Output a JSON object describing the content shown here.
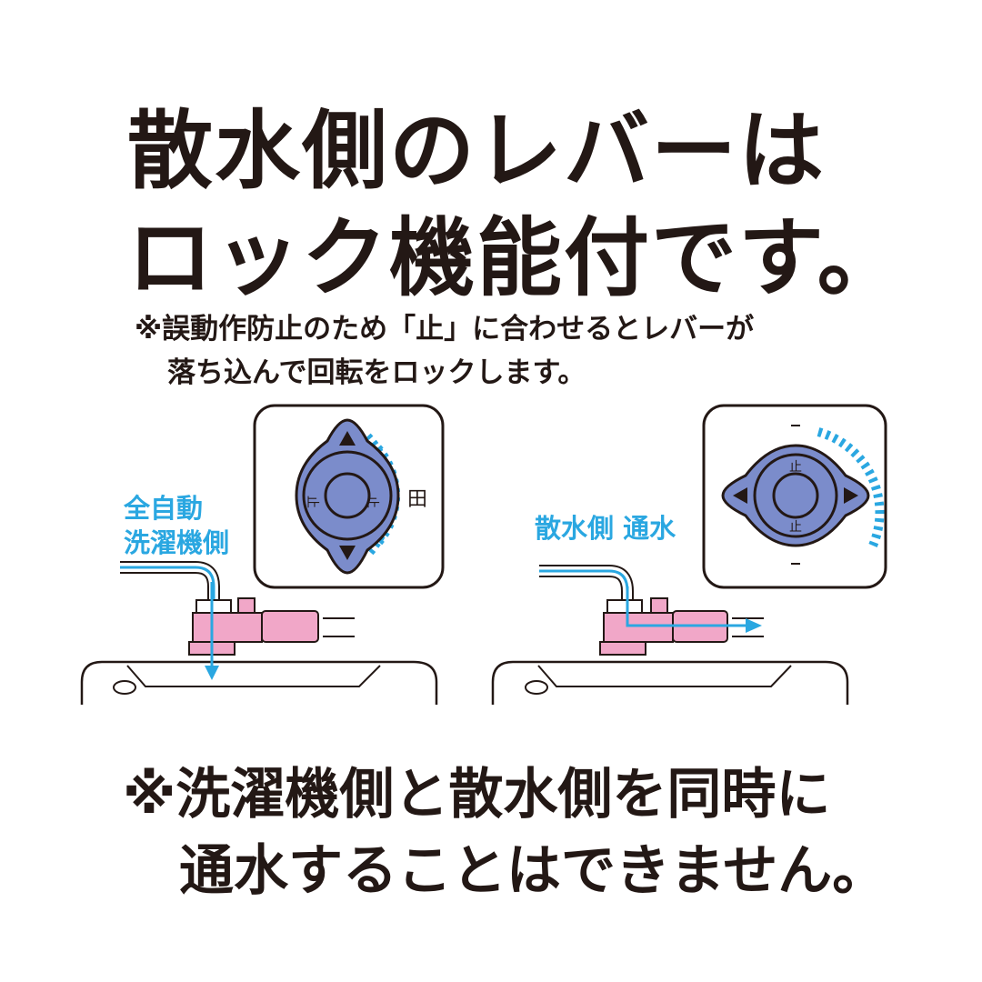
{
  "headline": {
    "line1": "散水側のレバーは",
    "line2": "ロック機能付です。"
  },
  "note": {
    "line1": "※誤動作防止のため「止」に合わせるとレバーが",
    "line2": "落ち込んで回転をロックします。"
  },
  "left_panel": {
    "label_line1": "全自動",
    "label_line2": "洗濯機側",
    "dial_marks": [
      "止",
      "止"
    ],
    "dial_side_mark": "田"
  },
  "right_panel": {
    "label": "散水側 通水",
    "dial_marks": [
      "止",
      "止"
    ]
  },
  "footnote": {
    "line1": "※洗濯機側と散水側を同時に",
    "line2": "通水することはできません。"
  },
  "colors": {
    "text": "#231815",
    "accent_blue": "#2aa7e1",
    "dial_fill": "#7b8ccb",
    "valve_pink": "#f1a7c8"
  }
}
